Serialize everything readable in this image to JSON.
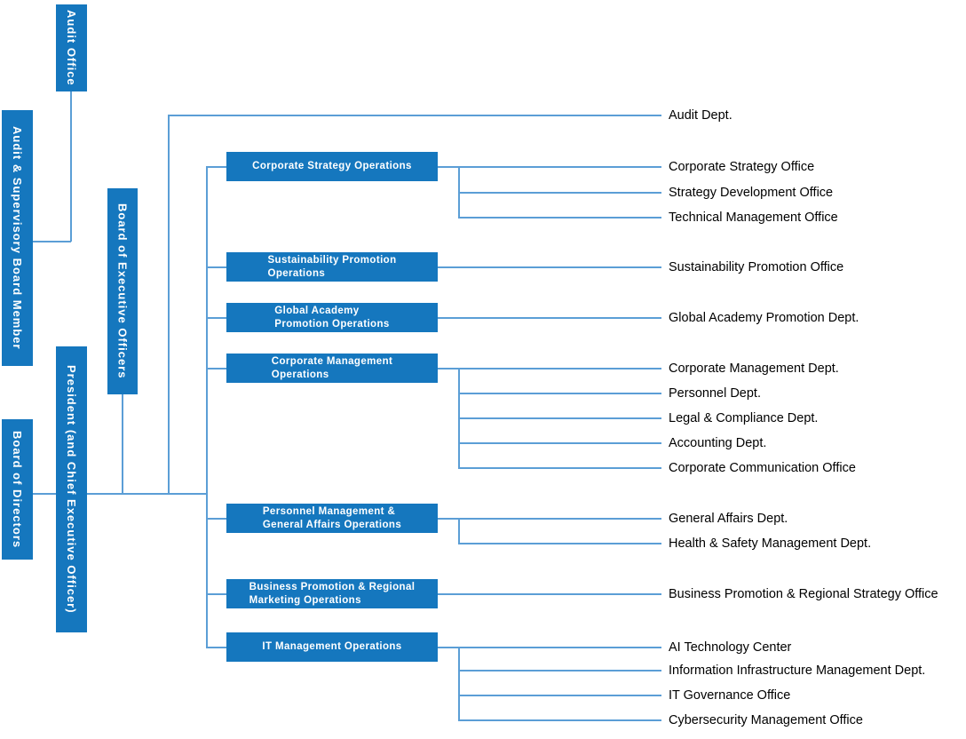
{
  "colors": {
    "box_blue": "#1577be",
    "line_blue": "#5b9ed6",
    "box_text": "#ffffff",
    "label_text": "#000000"
  },
  "left_column": {
    "audit_office": "Audit Office",
    "audit_supervisory_board_member": "Audit & Supervisory Board Member",
    "board_of_directors": "Board of Directors",
    "president": "President (and Chief Executive Officer)",
    "board_of_executive_officers": "Board of Executive Officers"
  },
  "audit_department": "Audit Dept.",
  "operations": [
    {
      "label": "Corporate Strategy Operations",
      "units": [
        "Corporate Strategy Office",
        "Strategy Development Office",
        "Technical Management Office"
      ]
    },
    {
      "label": "Sustainability Promotion\nOperations",
      "units": [
        "Sustainability Promotion Office"
      ]
    },
    {
      "label": "Global Academy\nPromotion Operations",
      "units": [
        "Global Academy Promotion Dept."
      ]
    },
    {
      "label": "Corporate Management\nOperations",
      "units": [
        "Corporate Management Dept.",
        "Personnel Dept.",
        "Legal & Compliance Dept.",
        "Accounting Dept.",
        "Corporate Communication Office"
      ]
    },
    {
      "label": "Personnel Management &\nGeneral Affairs Operations",
      "units": [
        "General Affairs Dept.",
        "Health & Safety Management Dept."
      ]
    },
    {
      "label": "Business Promotion & Regional\nMarketing Operations",
      "units": [
        "Business Promotion & Regional Strategy Office"
      ]
    },
    {
      "label": "IT Management Operations",
      "units": [
        "AI Technology Center",
        "Information Infrastructure Management Dept.",
        "IT Governance Office",
        "Cybersecurity Management Office"
      ]
    }
  ]
}
